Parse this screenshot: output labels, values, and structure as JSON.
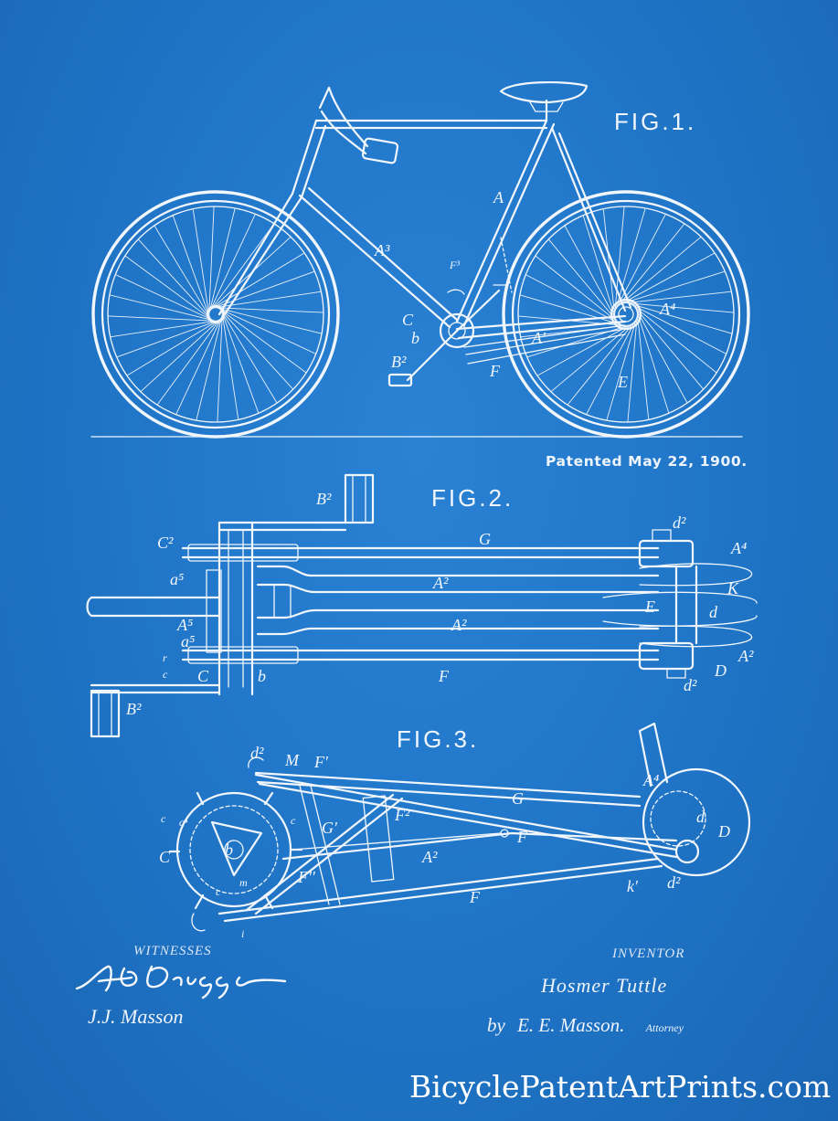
{
  "document": {
    "figures": [
      {
        "label": "FIG.1."
      },
      {
        "label": "FIG.2."
      },
      {
        "label": "FIG.3."
      }
    ],
    "patent_date": "Patented May 22, 1900.",
    "fig1_labels": {
      "A": "A",
      "A3": "A³",
      "F3": "F³",
      "C": "C",
      "b": "b",
      "B2": "B²",
      "F": "F",
      "A1": "A'",
      "A4": "A⁴",
      "E": "E"
    },
    "fig2_labels": {
      "B2_top": "B²",
      "G": "G",
      "d2_top": "d²",
      "A4": "A⁴",
      "C2": "C²",
      "a5_top": "a⁵",
      "A2_top": "A²",
      "E": "E",
      "K": "K",
      "d": "d",
      "A5": "A⁵",
      "a5_bot": "a⁵",
      "A2_bot": "A²",
      "r": "r",
      "c": "c",
      "C": "C",
      "b": "b",
      "F": "F",
      "D": "D",
      "A2_right": "A²",
      "d2_bot": "d²",
      "B2_bot": "B²"
    },
    "fig3_labels": {
      "d2": "d²",
      "M": "M",
      "F1": "F'",
      "G": "G",
      "A4": "A⁴",
      "c_left": "c",
      "c4": "c⁴",
      "c_right": "c",
      "G1": "G'",
      "F2": "F²",
      "d": "d",
      "D": "D",
      "C": "C",
      "b": "b",
      "A2": "A²",
      "F_mid": "F",
      "F_low": "F''",
      "m": "m",
      "c_bot": "c",
      "F_bottom": "F",
      "k1": "k'",
      "d2_bot": "d²",
      "i": "i"
    },
    "signatures": {
      "witnesses_label": "WITNESSES",
      "witness_one": "A.E.Driggs",
      "witness_two": "J.J. Masson",
      "inventor_label": "INVENTOR",
      "inventor_name": "Hosmer Tuttle",
      "attorney_prefix": "by",
      "attorney_name": "E. E. Masson.",
      "attorney_title": "Attorney"
    },
    "watermark": "BicyclePatentArtPrints.com",
    "colors": {
      "background": "#1f72c4",
      "ink": "#f1f6fc"
    }
  }
}
